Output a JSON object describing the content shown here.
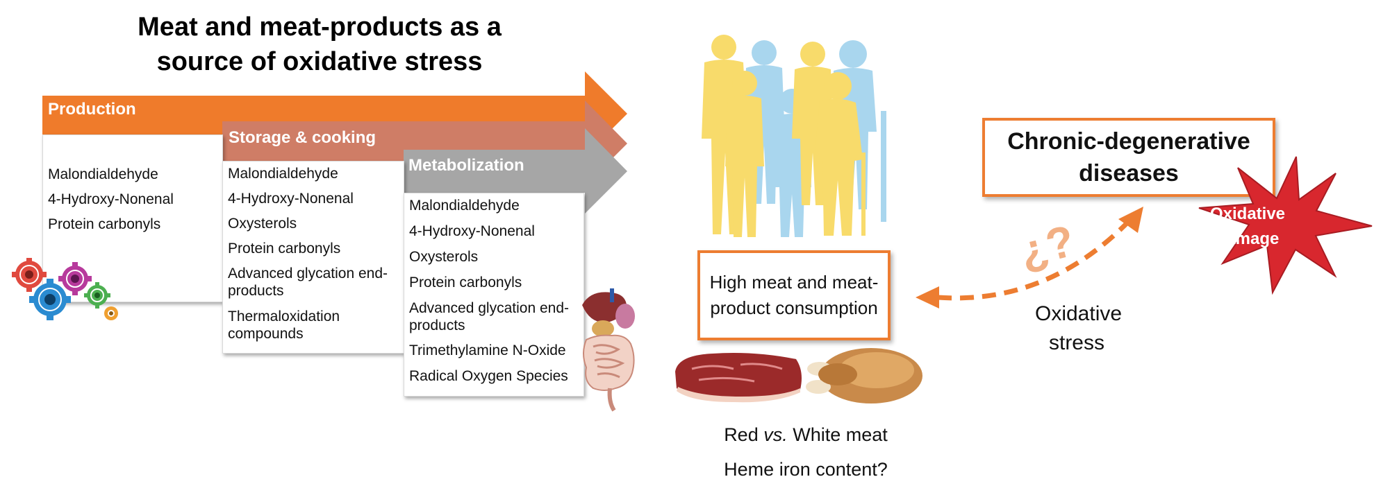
{
  "title": "Meat and meat-products as a source of oxidative stress",
  "colors": {
    "production_band": "#ef7b2b",
    "storage_band": "#cf7d66",
    "metabolization_band": "#a6a6a6",
    "accent_orange": "#ed7d31",
    "damage_star": "#d8272e",
    "people_yellow": "#f8db6b",
    "people_blue": "#a9d6ee"
  },
  "stages": [
    {
      "label": "Production",
      "items": [
        "Malondialdehyde",
        "4-Hydroxy-Nonenal",
        "Protein carbonyls"
      ]
    },
    {
      "label": "Storage & cooking",
      "items": [
        "Malondialdehyde",
        "4-Hydroxy-Nonenal",
        "Oxysterols",
        "Protein carbonyls",
        "Advanced glycation end-products",
        "Thermaloxidation compounds"
      ]
    },
    {
      "label": "Metabolization",
      "items": [
        "Malondialdehyde",
        "4-Hydroxy-Nonenal",
        "Oxysterols",
        "Protein carbonyls",
        "Advanced glycation end-products",
        "Trimethylamine N-Oxide",
        "Radical Oxygen Species"
      ]
    }
  ],
  "consumption_box": "High meat and meat-product consumption",
  "chronic_box": "Chronic-degenerative diseases",
  "oxidative_damage": "Oxidative damage",
  "oxidative_stress": "Oxidative stress",
  "question_mark": "¿?",
  "footer": {
    "line1_prefix": "Red ",
    "line1_italic": "vs.",
    "line1_suffix": " White meat",
    "line2": "Heme iron content?"
  },
  "icons": [
    "gears-icon",
    "digestive-system-icon",
    "people-silhouettes-icon",
    "red-meat-steak-icon",
    "roast-chicken-icon",
    "starburst-icon",
    "curved-dashed-arrow-icon"
  ]
}
